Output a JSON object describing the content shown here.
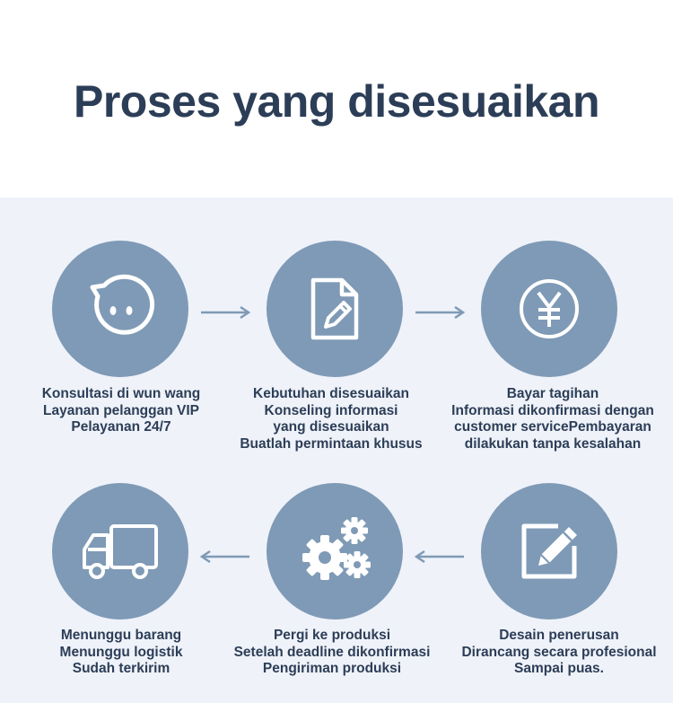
{
  "title": "Proses yang disesuaikan",
  "colors": {
    "circle": "#7f9ab6",
    "panel": "#eff2f9",
    "text": "#2c3e57",
    "arrow": "#7f9ab6"
  },
  "steps": [
    {
      "icon": "chat-bubble-icon",
      "lines": [
        "Konsultasi di wun wang",
        "Layanan pelanggan VIP",
        "Pelayanan 24/7"
      ]
    },
    {
      "icon": "document-edit-icon",
      "lines": [
        "Kebutuhan disesuaikan",
        "Konseling informasi",
        "yang disesuaikan",
        "Buatlah permintaan khusus"
      ]
    },
    {
      "icon": "yen-coin-icon",
      "lines": [
        "Bayar tagihan",
        "Informasi dikonfirmasi dengan",
        "customer servicePembayaran",
        "dilakukan tanpa kesalahan"
      ]
    },
    {
      "icon": "delivery-truck-icon",
      "lines": [
        "Menunggu barang",
        "Menunggu logistik",
        "Sudah terkirim"
      ]
    },
    {
      "icon": "gears-icon",
      "lines": [
        "Pergi ke produksi",
        "Setelah deadline dikonfirmasi",
        "Pengiriman produksi"
      ]
    },
    {
      "icon": "pencil-edit-icon",
      "lines": [
        "Desain penerusan",
        "Dirancang secara profesional",
        "Sampai puas."
      ]
    }
  ]
}
